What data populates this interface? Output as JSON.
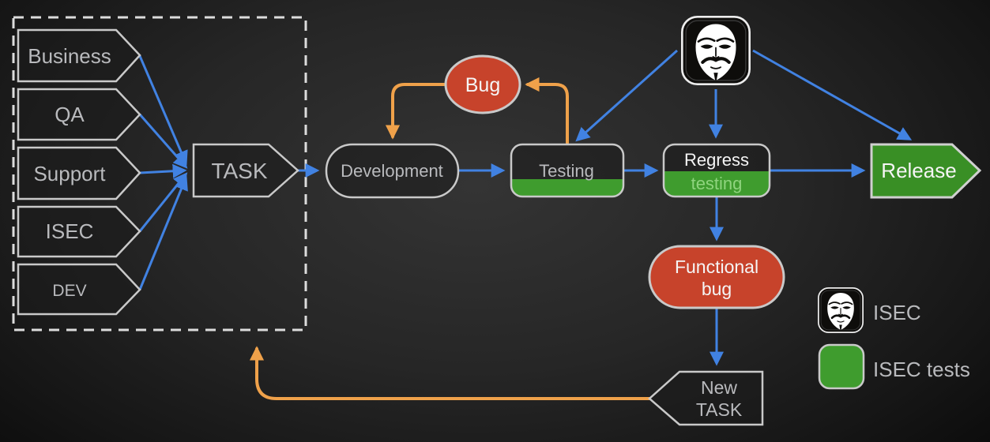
{
  "flow": {
    "sources": [
      {
        "label": "Business"
      },
      {
        "label": "QA"
      },
      {
        "label": "Support"
      },
      {
        "label": "ISEC"
      },
      {
        "label": "DEV"
      }
    ],
    "task": {
      "label": "TASK"
    },
    "development": {
      "label": "Development"
    },
    "bug": {
      "label": "Bug"
    },
    "testing": {
      "label": "Testing"
    },
    "regress": {
      "line1": "Regress",
      "line2": "testing"
    },
    "release": {
      "label": "Release"
    },
    "functional_bug": {
      "line1": "Functional",
      "line2": "bug"
    },
    "new_task": {
      "line1": "New",
      "line2": "TASK"
    }
  },
  "legend": {
    "items": [
      {
        "icon": "anonymous-mask-icon",
        "label": "ISEC"
      },
      {
        "icon": "isec-tests-swatch",
        "label": "ISEC tests"
      }
    ]
  },
  "colors": {
    "arrow_blue": "#4182e2",
    "arrow_orange": "#efa14a",
    "node_red": "#c7432b",
    "isec_green": "#3f9c2e",
    "release_green": "#398f25",
    "testing_text_green": "#8fd47e",
    "shape_stroke": "#c9c9c9",
    "label_gray": "#b9babd"
  }
}
